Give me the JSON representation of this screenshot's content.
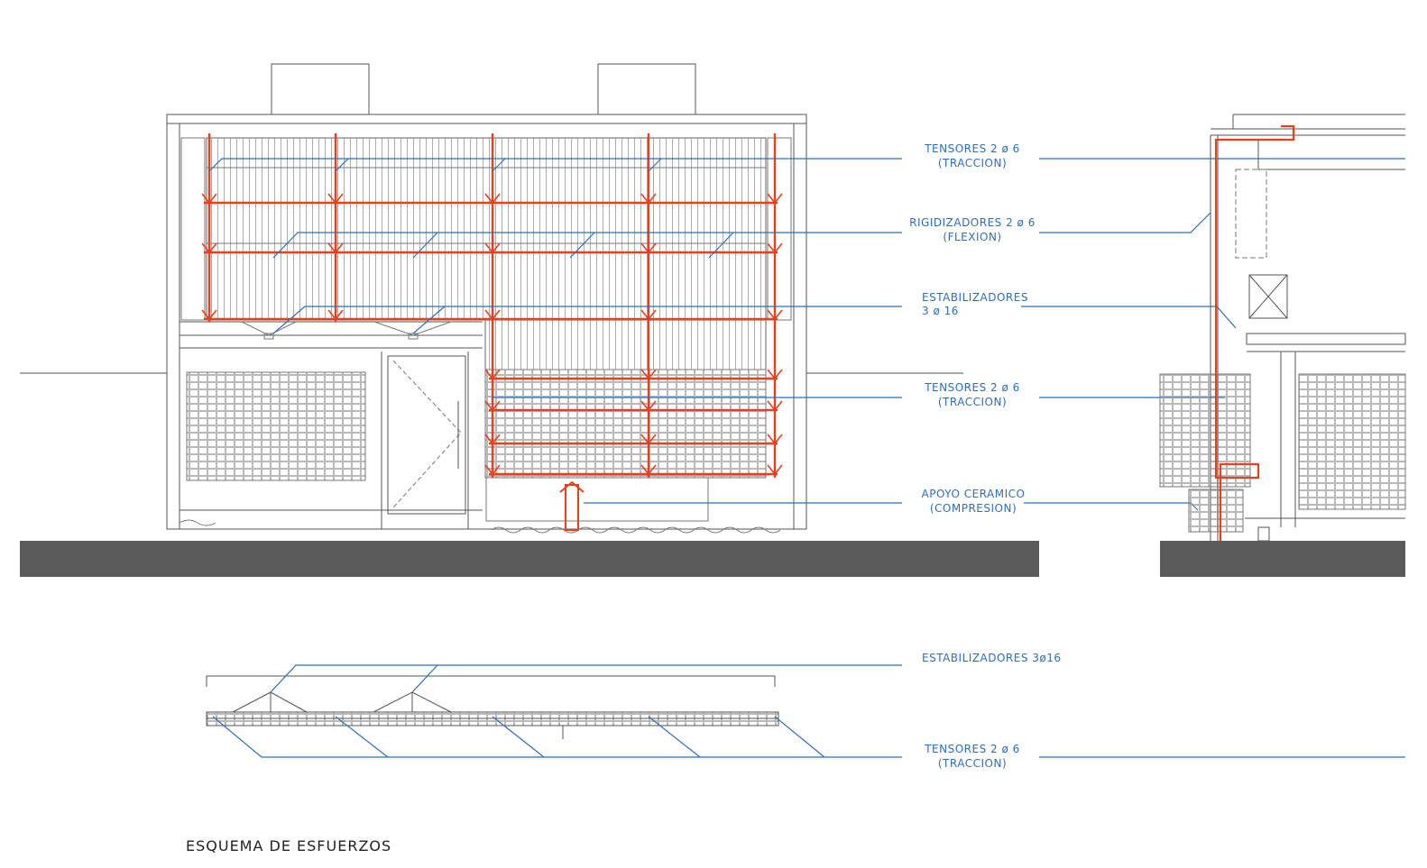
{
  "title": "ESQUEMA DE ESFUERZOS",
  "colors": {
    "line": "#555555",
    "red": "#e8401c",
    "blue": "#2e6fba",
    "ground": "#5a5a5a"
  },
  "labels": {
    "tensores_top_1": "TENSORES 2 ø 6",
    "tensores_top_2": "(TRACCION)",
    "rigidizadores_1": "RIGIDIZADORES 2 ø 6",
    "rigidizadores_2": "(FLEXION)",
    "estabilizadores_1": "ESTABILIZADORES",
    "estabilizadores_2": "3 ø 16",
    "tensores_mid_1": "TENSORES 2 ø 6",
    "tensores_mid_2": "(TRACCION)",
    "apoyo_1": "APOYO CERAMICO",
    "apoyo_2": "(COMPRESION)",
    "estabilizadores_plan": "ESTABILIZADORES 3ø16",
    "tensores_plan_1": "TENSORES 2 ø 6",
    "tensores_plan_2": "(TRACCION)"
  }
}
